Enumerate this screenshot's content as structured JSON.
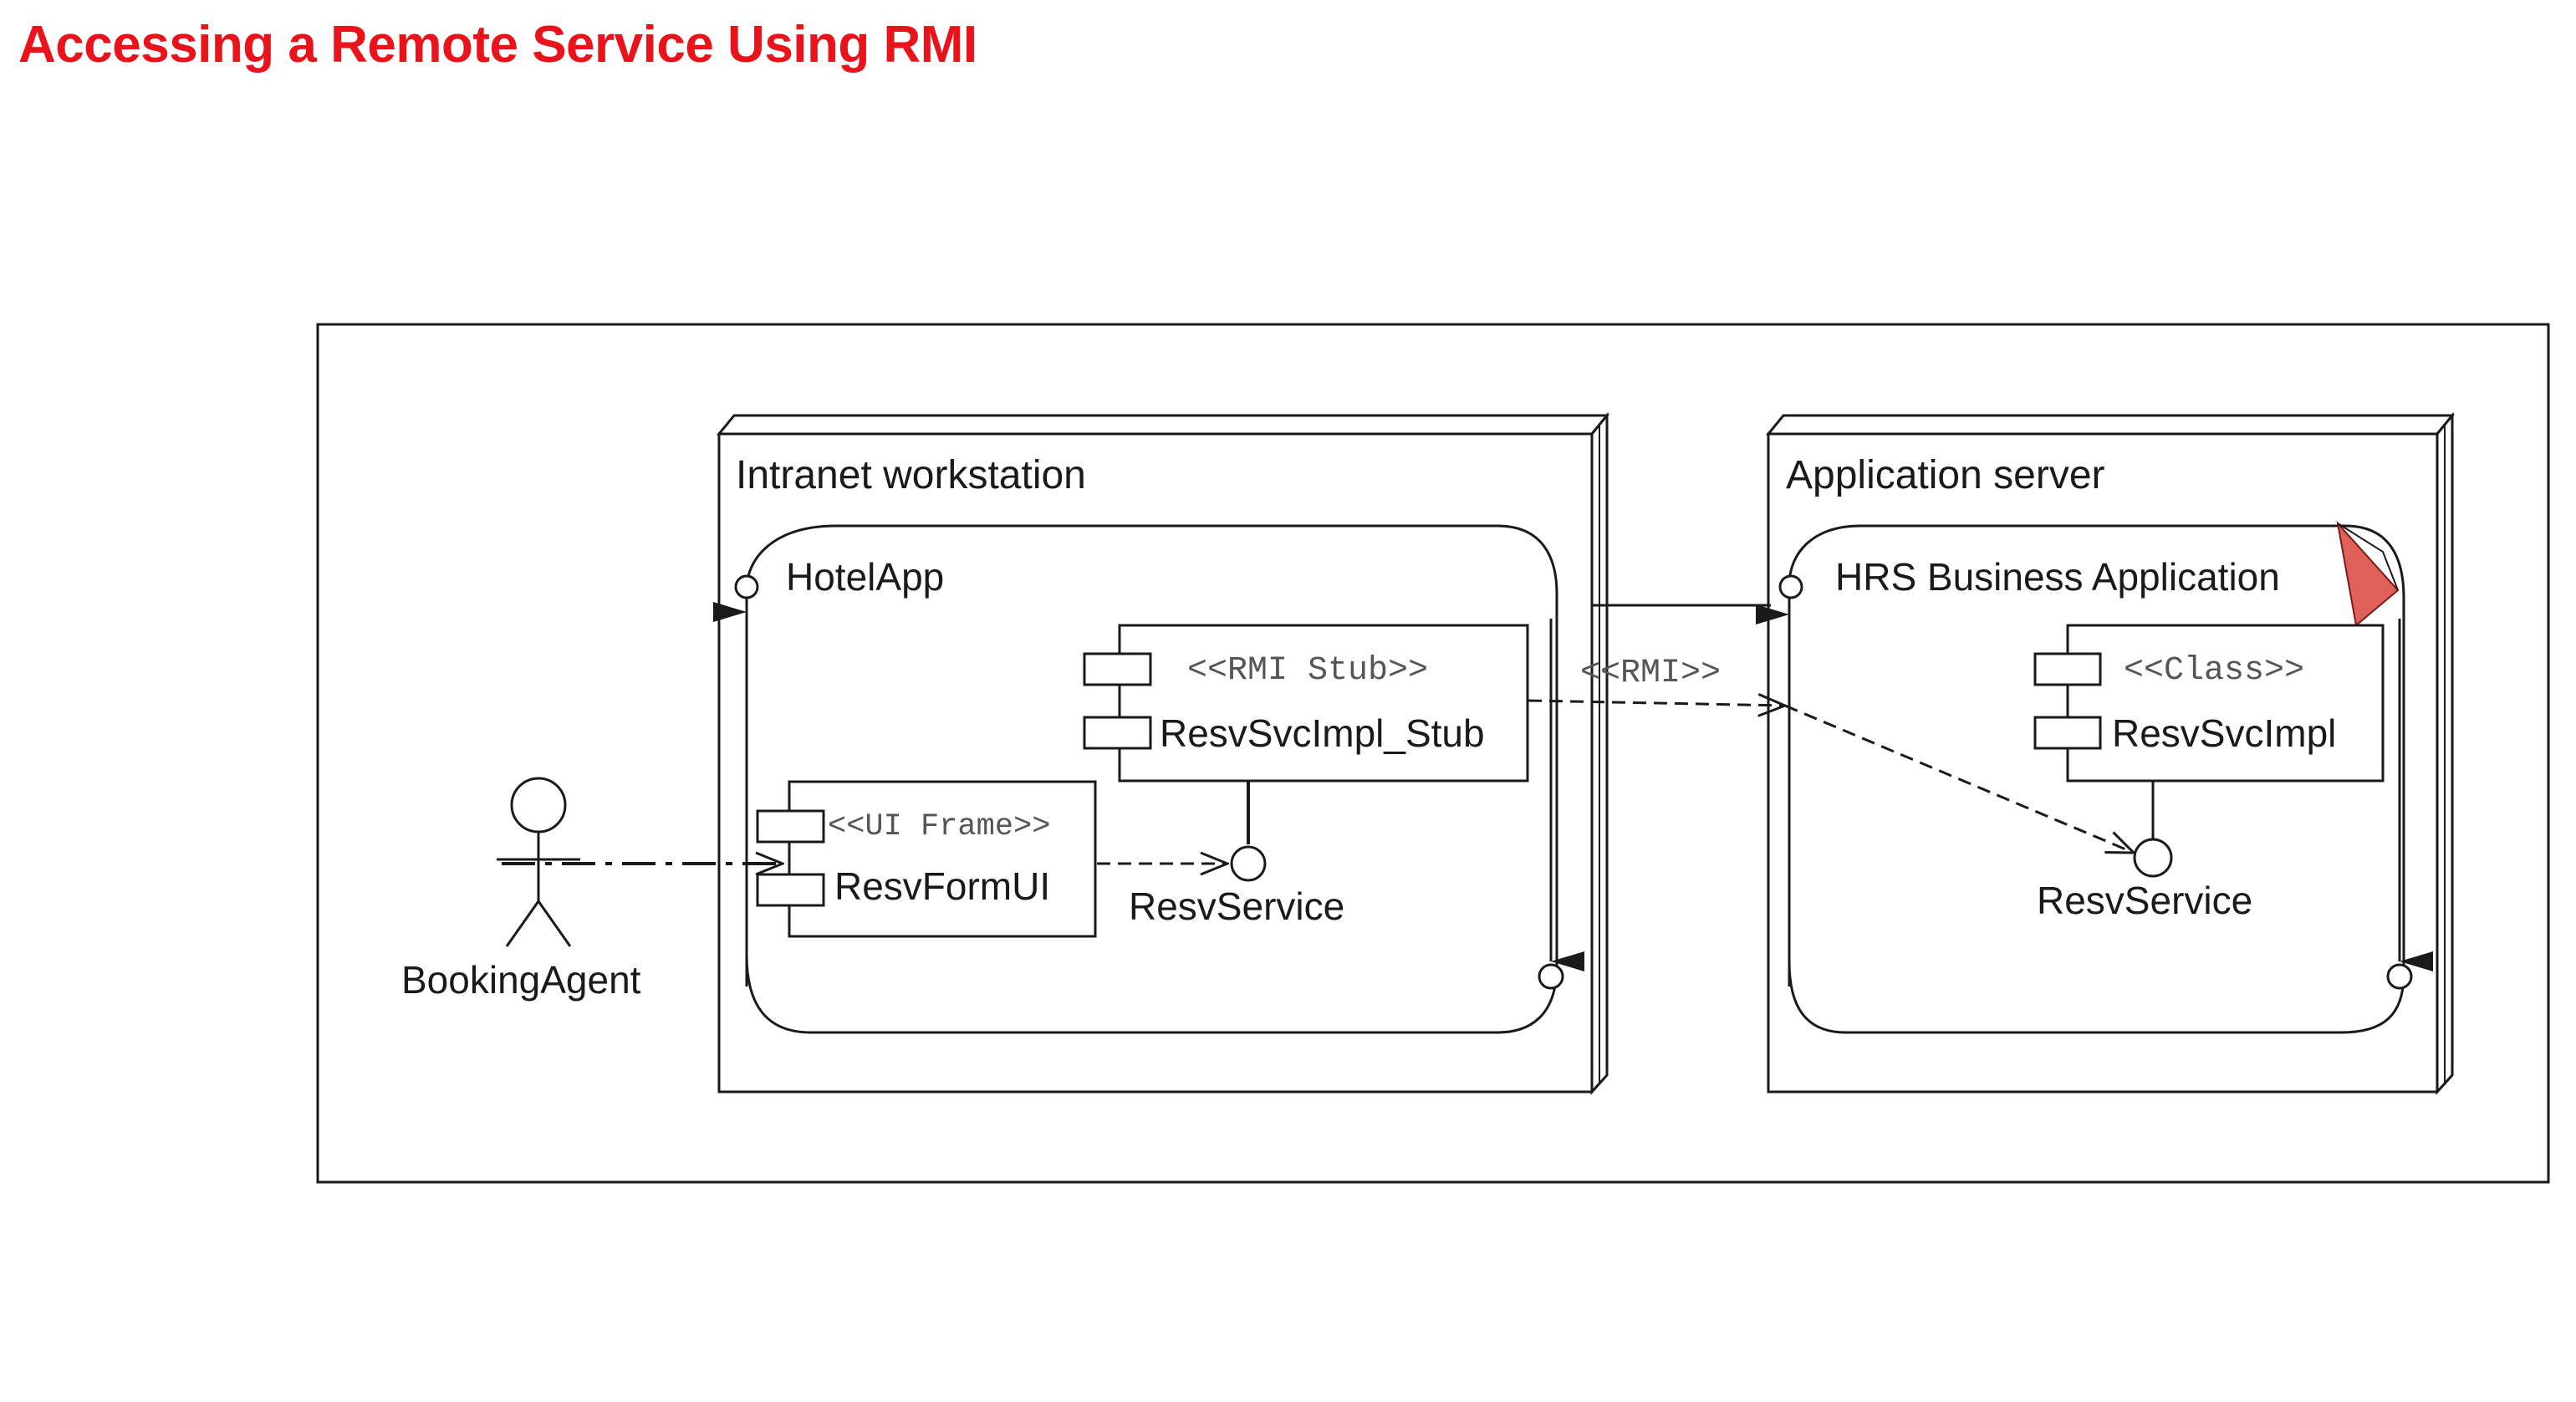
{
  "page": {
    "title": "Accessing a Remote Service Using RMI",
    "title_color": "#e8131b"
  },
  "diagram": {
    "nodes": {
      "workstation": "Intranet workstation",
      "server": "Application server"
    },
    "components": {
      "hotel_app": "HotelApp",
      "hrs_app": "HRS Business Application",
      "stub_stereotype": "<<RMI Stub>>",
      "stub_name": "ResvSvcImpl_Stub",
      "ui_stereotype": "<<UI Frame>>",
      "ui_name": "ResvFormUI",
      "class_stereotype": "<<Class>>",
      "class_name": "ResvSvcImpl"
    },
    "interfaces": {
      "client_service": "ResvService",
      "server_service": "ResvService"
    },
    "actor": "BookingAgent",
    "connector": "<<RMI>>",
    "note_flag_color": "#e0605a",
    "icons": [
      "actor-icon",
      "component-icon",
      "interface-lollipop-icon",
      "red-flag-icon"
    ]
  }
}
